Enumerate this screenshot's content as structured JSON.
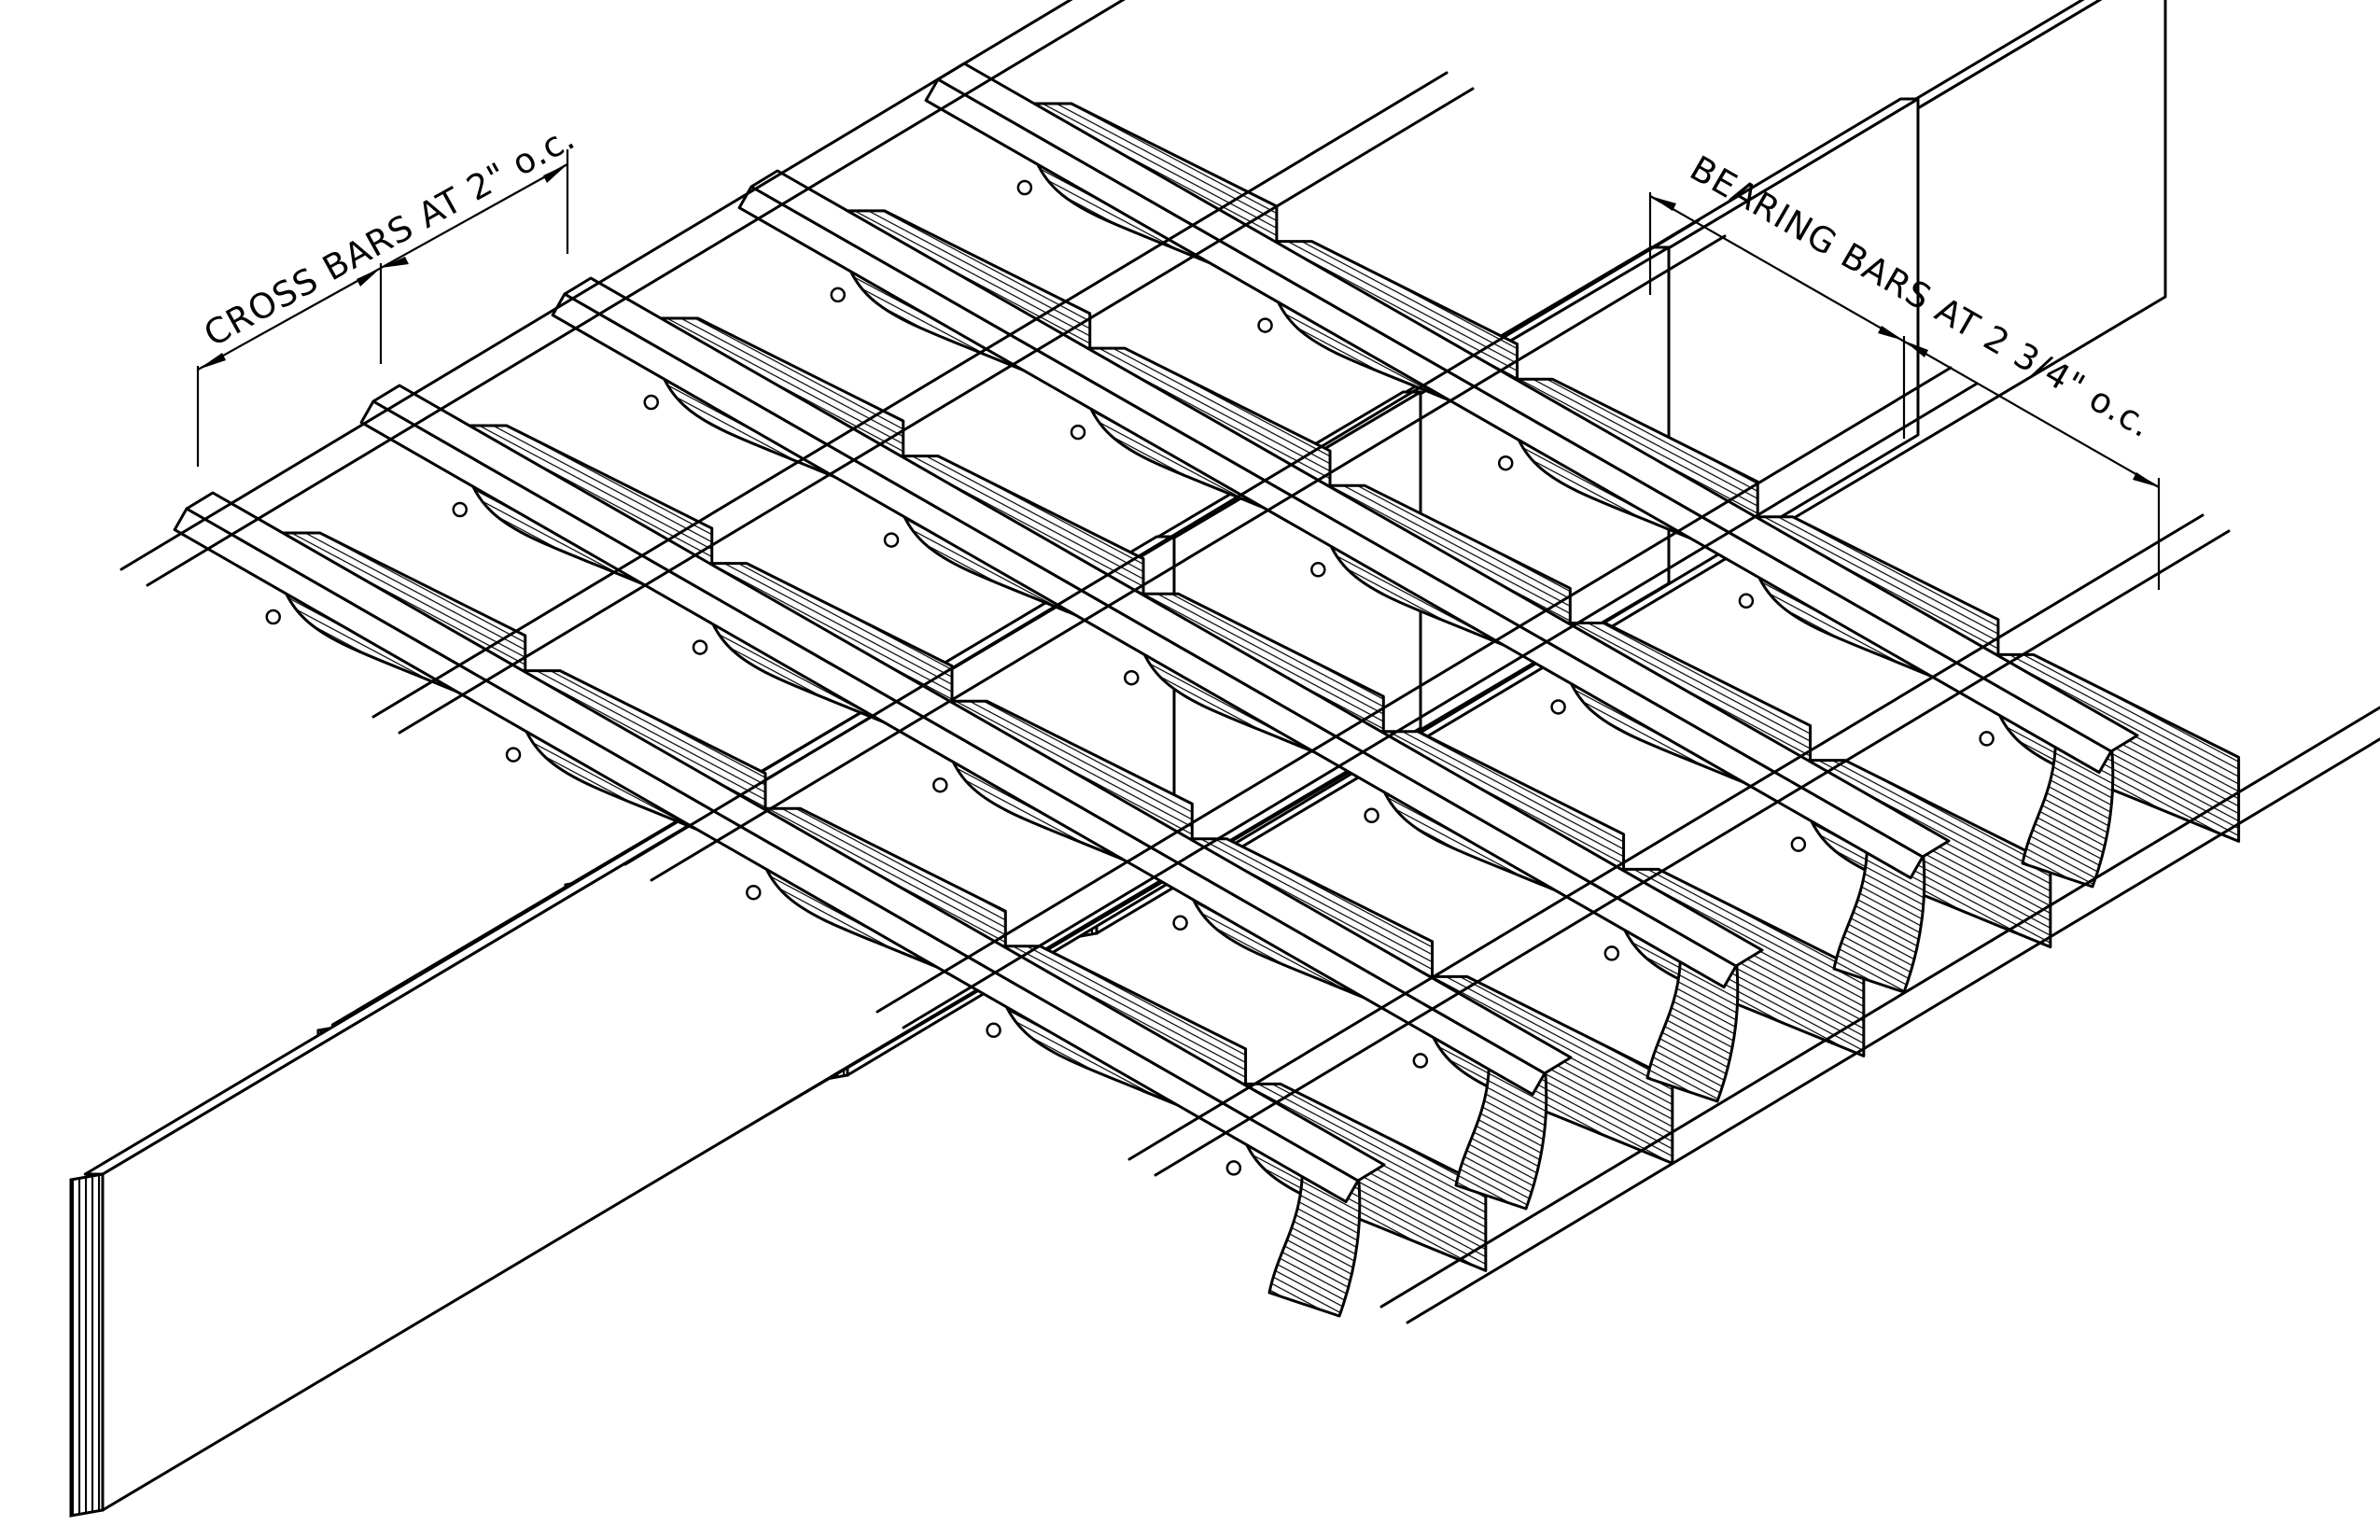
{
  "drawing": {
    "subject": "Welded grating isometric detail"
  },
  "annotations": {
    "cross_bars": "CROSS BARS AT 2\" o.c.",
    "bearing_bars": "BEARING BARS AT 2 3/4\" o.c."
  },
  "colors": {
    "line": "#000000",
    "background": "#ffffff"
  }
}
